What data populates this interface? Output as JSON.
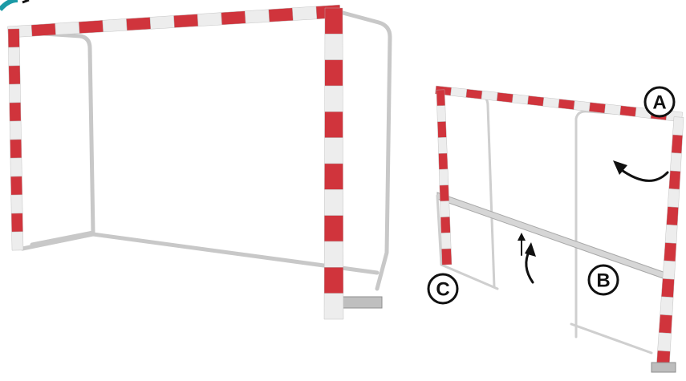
{
  "colors": {
    "stripe_red": "#d0343c",
    "stripe_white": "#ededed",
    "frame_grey": "#c8c8c8",
    "ink": "#111111"
  },
  "goal_left": {
    "description_icon": "handball-goal-assembled-icon"
  },
  "goal_right": {
    "description_icon": "handball-goal-folding-icon",
    "callouts": [
      {
        "id": "A",
        "label": "A"
      },
      {
        "id": "B",
        "label": "B"
      },
      {
        "id": "C",
        "label": "C"
      }
    ],
    "arrows": [
      {
        "name": "fold-arrow-top-right-icon",
        "direction": "curved-up-left"
      },
      {
        "name": "fold-arrow-center-icon",
        "direction": "curved-up"
      }
    ]
  }
}
